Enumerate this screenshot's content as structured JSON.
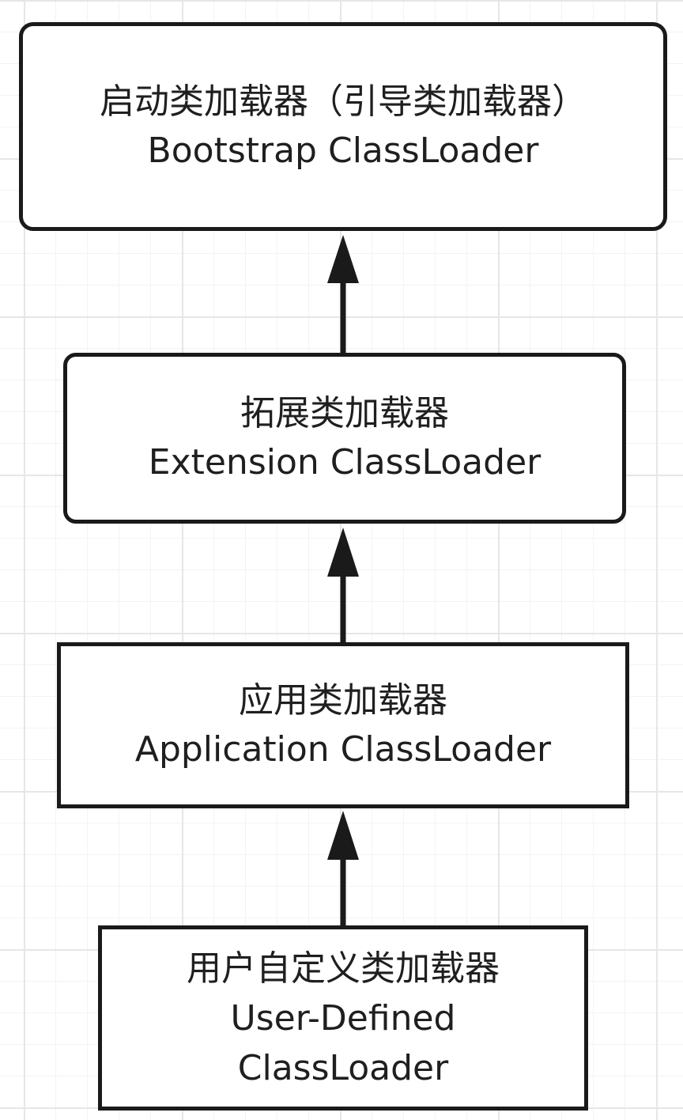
{
  "nodes": {
    "bootstrap": {
      "zh": "启动类加载器（引导类加载器）",
      "en": "Bootstrap ClassLoader"
    },
    "extension": {
      "zh": "拓展类加载器",
      "en": "Extension ClassLoader"
    },
    "application": {
      "zh": "应用类加载器",
      "en": "Application ClassLoader"
    },
    "user": {
      "zh": "用户自定义类加载器",
      "en_line1": "User-Defined",
      "en_line2": "ClassLoader"
    }
  },
  "edges": [
    {
      "from": "extension",
      "to": "bootstrap"
    },
    {
      "from": "application",
      "to": "extension"
    },
    {
      "from": "user",
      "to": "application"
    }
  ],
  "colors": {
    "stroke": "#1a1a1a",
    "background": "#ffffff",
    "grid": "#e6e6e6"
  }
}
